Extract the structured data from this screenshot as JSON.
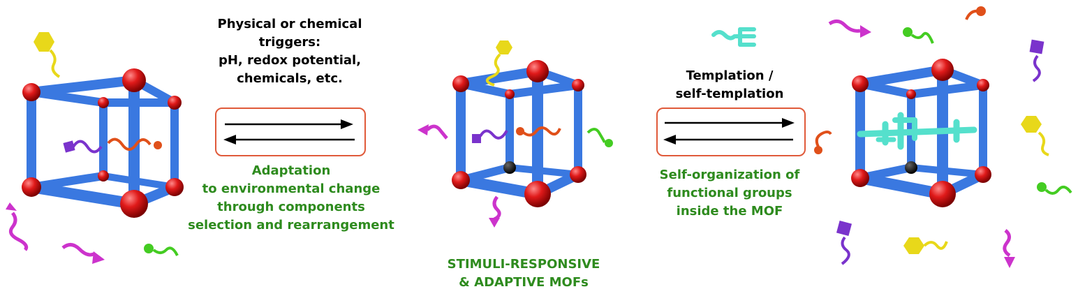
{
  "triggers": {
    "line1": "Physical or chemical",
    "line2": "triggers:",
    "line3": "pH, redox potential,",
    "line4": "chemicals, etc."
  },
  "adaptation": {
    "line1": "Adaptation",
    "line2": "to environmental change",
    "line3": "through components",
    "line4": "selection and rearrangement"
  },
  "center_caption": {
    "line1": "STIMULI-RESPONSIVE",
    "line2": "& ADAPTIVE MOFs"
  },
  "templation": {
    "line1": "Templation /",
    "line2": "self-templation"
  },
  "selforg": {
    "line1": "Self-organization of",
    "line2": "functional groups",
    "line3": "inside the MOF"
  },
  "colors": {
    "strut": "#3a78e0",
    "node": "#d0161a",
    "label_green": "#2e8b1e",
    "box_border": "#e05a3a",
    "magenta": "#cc33cc",
    "yellow": "#e8d81a",
    "orange": "#e0501a",
    "green_ligand": "#44cc22",
    "purple": "#7a33cc",
    "cyan": "#55e0cc"
  }
}
